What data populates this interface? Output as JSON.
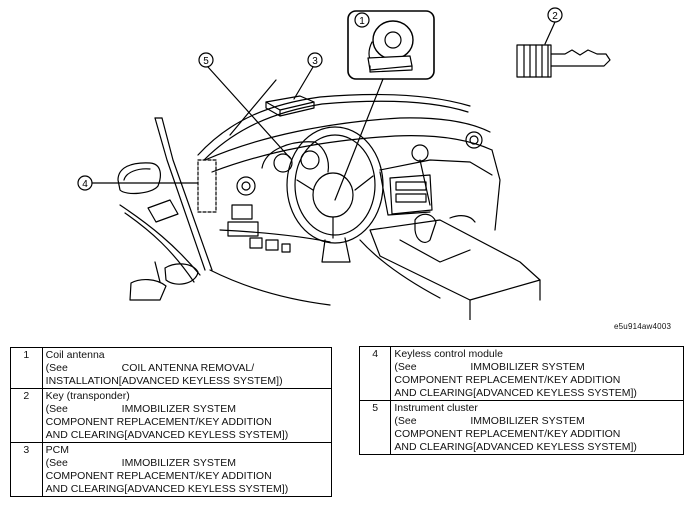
{
  "figure_code": "e5u914aw4003",
  "callouts": [
    "1",
    "2",
    "3",
    "4",
    "5"
  ],
  "parts": [
    {
      "num": "1",
      "name": "Coil antenna",
      "see": "(See",
      "ref": "COIL ANTENNA REMOVAL/\nINSTALLATION[ADVANCED KEYLESS SYSTEM])"
    },
    {
      "num": "2",
      "name": "Key (transponder)",
      "see": "(See",
      "ref": "IMMOBILIZER SYSTEM\nCOMPONENT REPLACEMENT/KEY ADDITION\nAND CLEARING[ADVANCED KEYLESS SYSTEM])"
    },
    {
      "num": "3",
      "name": "PCM",
      "see": "(See",
      "ref": "IMMOBILIZER SYSTEM\nCOMPONENT REPLACEMENT/KEY ADDITION\nAND CLEARING[ADVANCED KEYLESS SYSTEM])"
    },
    {
      "num": "4",
      "name": "Keyless control module",
      "see": "(See",
      "ref": "IMMOBILIZER SYSTEM\nCOMPONENT REPLACEMENT/KEY ADDITION\nAND CLEARING[ADVANCED KEYLESS SYSTEM])"
    },
    {
      "num": "5",
      "name": "Instrument cluster",
      "see": "(See",
      "ref": "IMMOBILIZER SYSTEM\nCOMPONENT REPLACEMENT/KEY ADDITION\nAND CLEARING[ADVANCED KEYLESS SYSTEM])"
    }
  ]
}
